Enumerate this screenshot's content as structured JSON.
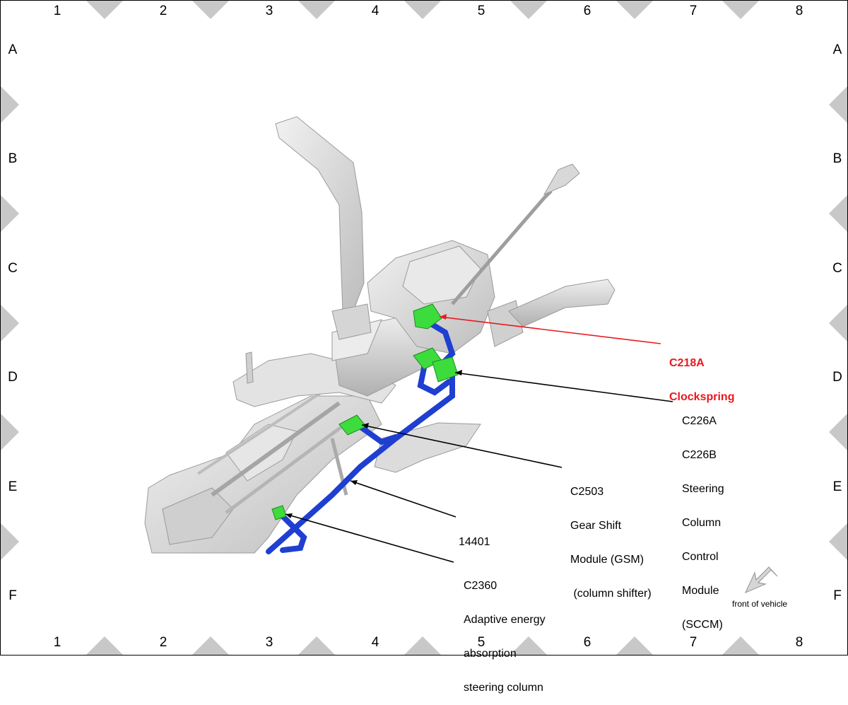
{
  "grid": {
    "columns": [
      "1",
      "2",
      "3",
      "4",
      "5",
      "6",
      "7",
      "8"
    ],
    "rows": [
      "A",
      "B",
      "C",
      "D",
      "E",
      "F"
    ]
  },
  "callouts": {
    "c218a": [
      "C218A",
      "Clockspring"
    ],
    "c226": [
      "C226A",
      "C226B",
      "Steering",
      "Column",
      "Control",
      "Module",
      "(SCCM)"
    ],
    "c2503": [
      "C2503",
      "Gear Shift",
      "Module (GSM)",
      " (column shifter)"
    ],
    "harness": "14401",
    "c2360": [
      "C2360",
      "Adaptive energy",
      "absorption",
      "steering column"
    ]
  },
  "orientation": "front of vehicle",
  "colors": {
    "highlight": "#e8191f",
    "connector": "#3ddc3d",
    "harness": "#1f3fd1",
    "part": "#d9d9d9",
    "tick": "#c8c8c8"
  },
  "icons": {
    "orientation": "arrow-down-left-icon"
  }
}
